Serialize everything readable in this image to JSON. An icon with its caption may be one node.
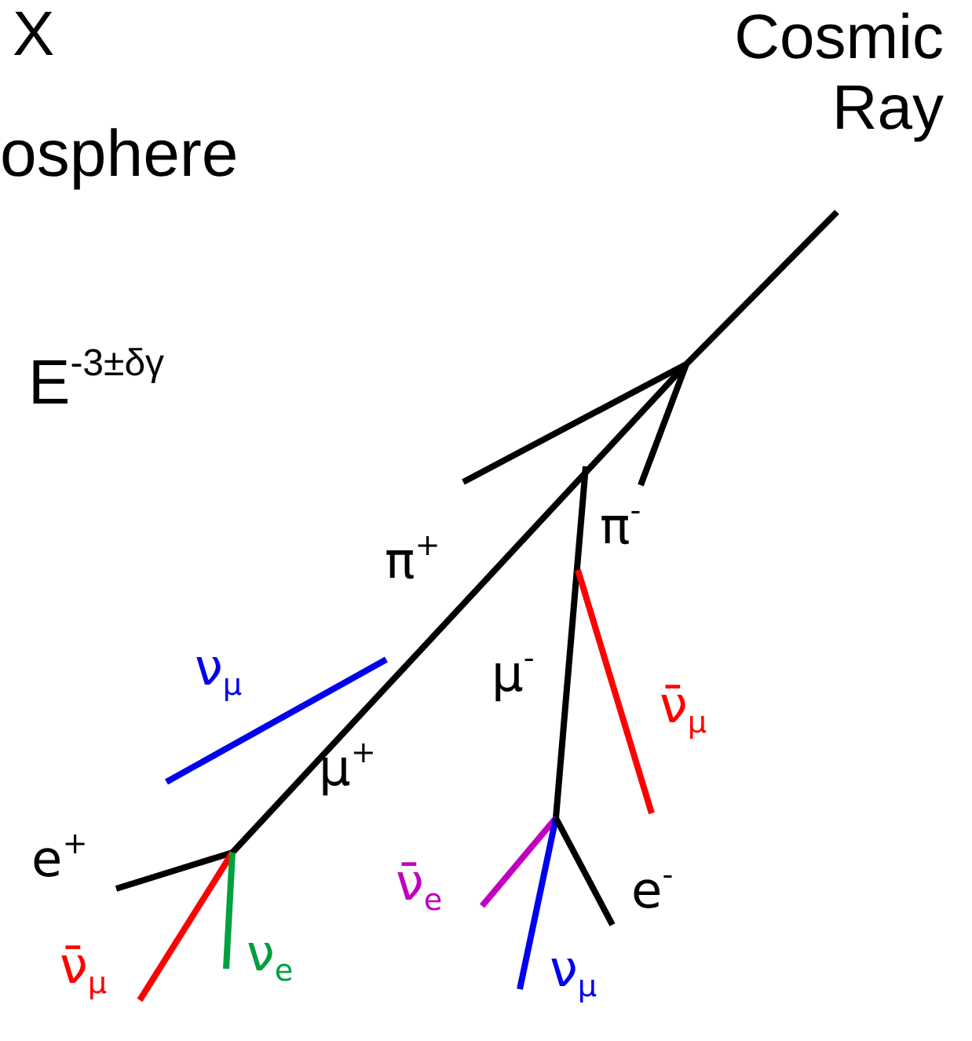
{
  "diagram": {
    "labels": [
      "X",
      "osphere",
      "E$^{-3±δγ}$",
      "Cosmic Ray",
      "π$^{+}$",
      "π$^{-}$",
      "ν$_{μ}$",
      "μ$^{-}$",
      "ν̄$_{μ}$",
      "μ$^{+}$",
      "e$^{+}$",
      "ν̄$_{e}$",
      "e$^{-}$",
      "ν$_{e}$",
      "ν̄$_{μ}$",
      "ν$_{μ}$"
    ]
  }
}
